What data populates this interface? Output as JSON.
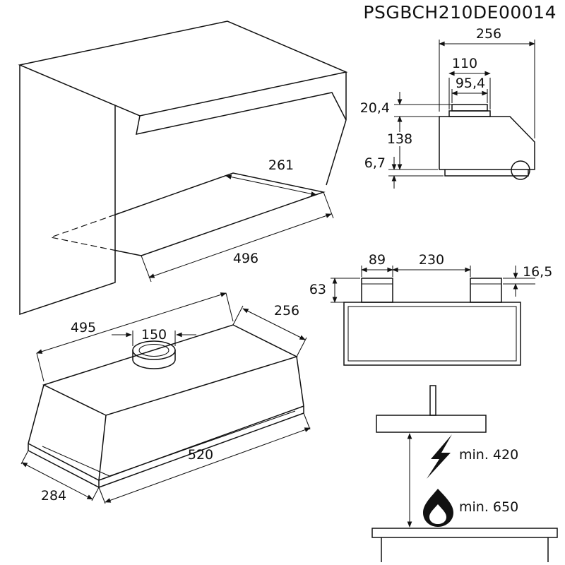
{
  "title": "PSGBCH210DE00014",
  "cabinet_view": {
    "cutout_depth": "261",
    "cutout_width": "496"
  },
  "side_view": {
    "depth": "256",
    "flange_width": "110",
    "duct_width": "95,4",
    "collar_height": "20,4",
    "body_height": "138",
    "lip_height": "6,7"
  },
  "front_view": {
    "bracket_width": "89",
    "bracket_gap": "230",
    "bracket_height": "63",
    "lip_offset": "16,5"
  },
  "hood_view": {
    "top_width": "495",
    "duct_diameter": "150",
    "top_depth": "256",
    "bottom_width": "520",
    "bottom_depth": "284"
  },
  "clearance_view": {
    "electric_min": "min. 420",
    "gas_min": "min. 650"
  }
}
